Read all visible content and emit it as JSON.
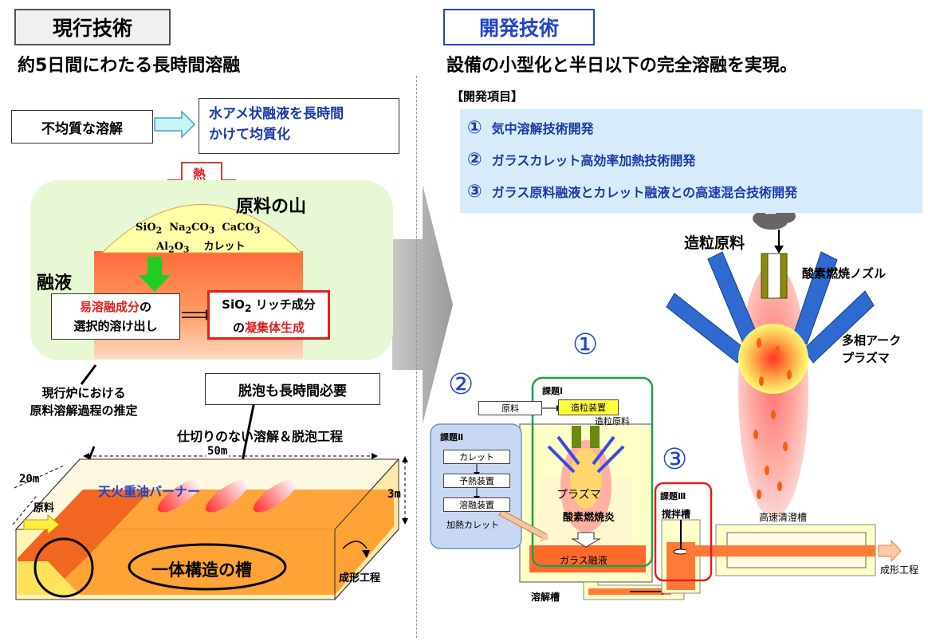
{
  "left": {
    "tag": "現行技術",
    "headline": "約5日間にわたる長時間溶融",
    "uneven_box": "不均質な溶解",
    "homog_line1": "水アメ状融液を長時間",
    "homog_line2": "かけて均質化",
    "heat": "熱",
    "mountain_label": "原料の山",
    "mat_line1_html": "SiO<sub>2</sub>&nbsp; Na<sub>2</sub>CO<sub>3</sub>&nbsp; CaCO<sub>3</sub>",
    "mat_line2_html": "Al<sub>2</sub>O<sub>3</sub>&nbsp;&nbsp;&nbsp; カレット",
    "melt_label": "融液",
    "sel_red": "易溶融成分",
    "sel_black1": "の",
    "sel_line2": "選択的溶け出し",
    "sio2_html": "SiO<sub>2</sub> リッチ成分",
    "agg_prefix": "の",
    "agg_red": "凝集体生成",
    "estimate_line1": "現行炉における",
    "estimate_line2": "原料溶解過程の推定",
    "defoam": "脱泡も長時間必要",
    "no_partition": "仕切りのない溶解＆脱泡工程",
    "dim_width": "50m",
    "dim_depth": "20m",
    "dim_height": "3m",
    "burner": "天火重油バーナー",
    "raw": "原料",
    "integrated": "一体構造の槽",
    "forming": "成形工程"
  },
  "right": {
    "tag": "開発技術",
    "headline": "設備の小型化と半日以下の完全溶融を実現。",
    "items_header": "【開発項目】",
    "items": [
      {
        "num": "①",
        "text": "気中溶解技術開発"
      },
      {
        "num": "②",
        "text": "ガラスカレット高効率加熱技術開発"
      },
      {
        "num": "③",
        "text": "ガラス原料融液とカレット融液との高速混合技術開発"
      }
    ],
    "granulated": "造粒原料",
    "oxy_nozzle": "酸素燃焼ノズル",
    "arc_line1": "多相アーク",
    "arc_line2": "プラズマ",
    "circle1": "①",
    "circle2": "②",
    "circle3": "③",
    "task1": "課題Ⅰ",
    "task2": "課題Ⅱ",
    "task3": "課題Ⅲ",
    "flow_raw": "原料",
    "granulator": "造粒装置",
    "granulated_small": "造粒原料",
    "cullet": "カレット",
    "preheater": "予熱装置",
    "melter_dev": "溶融装置",
    "heated_cullet": "加熱カレット",
    "plasma": "プラズマ",
    "oxy_flame": "酸素燃焼炎",
    "glass_melt": "ガラス融液",
    "stir_tank": "撹拌槽",
    "fining_tank": "高速清澄槽",
    "melting_tank": "溶解槽",
    "forming": "成形工程"
  }
}
